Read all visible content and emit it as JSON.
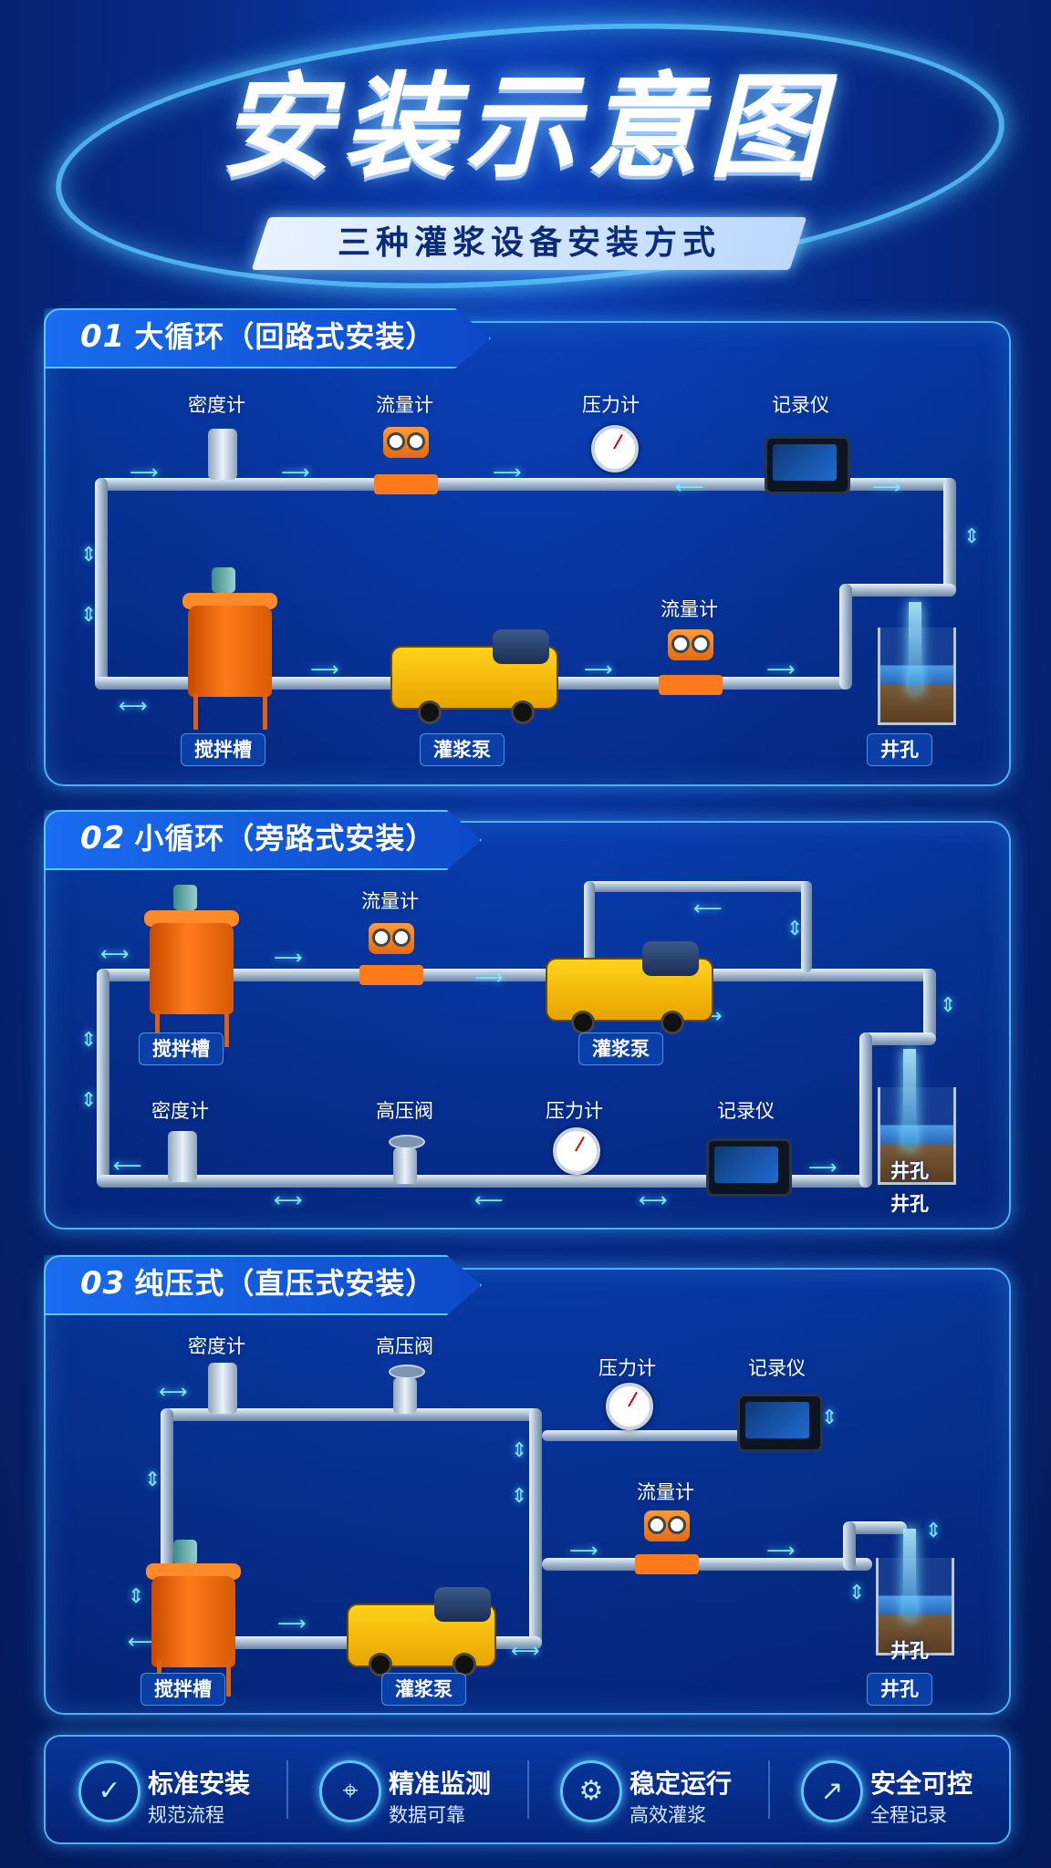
{
  "header": {
    "title": "安装示意图",
    "subtitle": "三种灌浆设备安装方式"
  },
  "sections": [
    {
      "num": "01",
      "title": "大循环（回路式安装）",
      "labels": {
        "density": "密度计",
        "flowmeter_top": "流量计",
        "pressure": "压力计",
        "recorder": "记录仪",
        "flowmeter_bottom": "流量计",
        "tank": "搅拌槽",
        "pump": "灌浆泵",
        "well": "井孔"
      }
    },
    {
      "num": "02",
      "title": "小循环（旁路式安装）",
      "labels": {
        "flowmeter": "流量计",
        "tank": "搅拌槽",
        "pump": "灌浆泵",
        "density": "密度计",
        "valve": "高压阀",
        "pressure": "压力计",
        "recorder": "记录仪",
        "well_inner": "井孔",
        "well": "井孔"
      }
    },
    {
      "num": "03",
      "title": "纯压式（直压式安装）",
      "labels": {
        "density": "密度计",
        "valve": "高压阀",
        "pressure": "压力计",
        "recorder": "记录仪",
        "flowmeter": "流量计",
        "tank": "搅拌槽",
        "pump": "灌浆泵",
        "well_inner": "井孔",
        "well": "井孔"
      }
    }
  ],
  "features": [
    {
      "icon": "shield-check-icon",
      "title": "标准安装",
      "subtitle": "规范流程"
    },
    {
      "icon": "target-icon",
      "title": "精准监测",
      "subtitle": "数据可靠"
    },
    {
      "icon": "gear-icon",
      "title": "稳定运行",
      "subtitle": "高效灌浆"
    },
    {
      "icon": "chart-up-icon",
      "title": "安全可控",
      "subtitle": "全程记录"
    }
  ],
  "colors": {
    "background": "#072a86",
    "accent": "#5ac8ff",
    "tank": "#ff7a1a",
    "pump": "#ffd21a"
  }
}
